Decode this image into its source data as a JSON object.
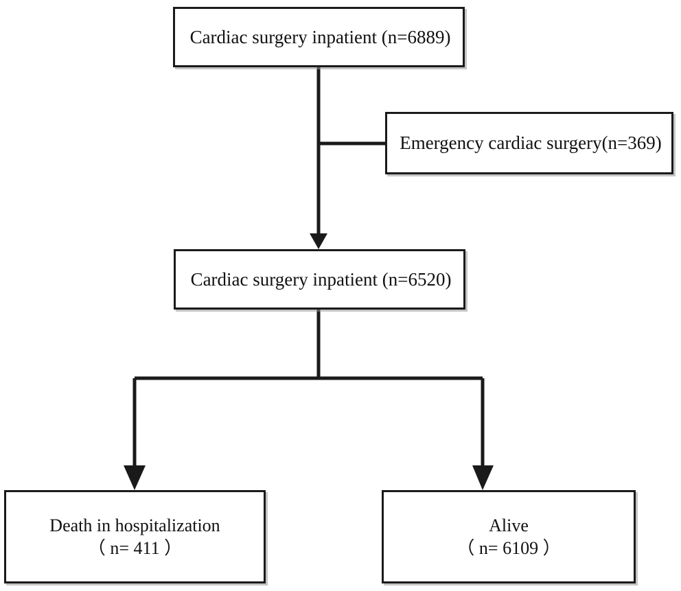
{
  "figure": {
    "type": "flowchart",
    "orientation": "top-down",
    "background_color": "#ffffff",
    "line_color": "#1a1a1a",
    "text_color": "#111111"
  },
  "nodes": {
    "top": {
      "label": "Cardiac surgery inpatient (n=6889)",
      "count": 6889
    },
    "emergency": {
      "label": "Emergency cardiac surgery(n=369)",
      "count": 369
    },
    "included": {
      "label": "Cardiac surgery inpatient (n=6520)",
      "count": 6520
    },
    "death": {
      "label": "Death in hospitalization\n（ n= 411 ）",
      "count": 411
    },
    "alive": {
      "label": "Alive\n（ n= 6109 ）",
      "count": 6109
    }
  },
  "connectors": [
    {
      "name": "top-to-included",
      "from": "top",
      "to": "included",
      "arrowhead": true
    },
    {
      "name": "top-to-emergency",
      "from": "top",
      "to": "emergency",
      "arrowhead": false
    },
    {
      "name": "included-to-death",
      "from": "included",
      "to": "death",
      "arrowhead": true
    },
    {
      "name": "included-to-alive",
      "from": "included",
      "to": "alive",
      "arrowhead": true
    }
  ]
}
